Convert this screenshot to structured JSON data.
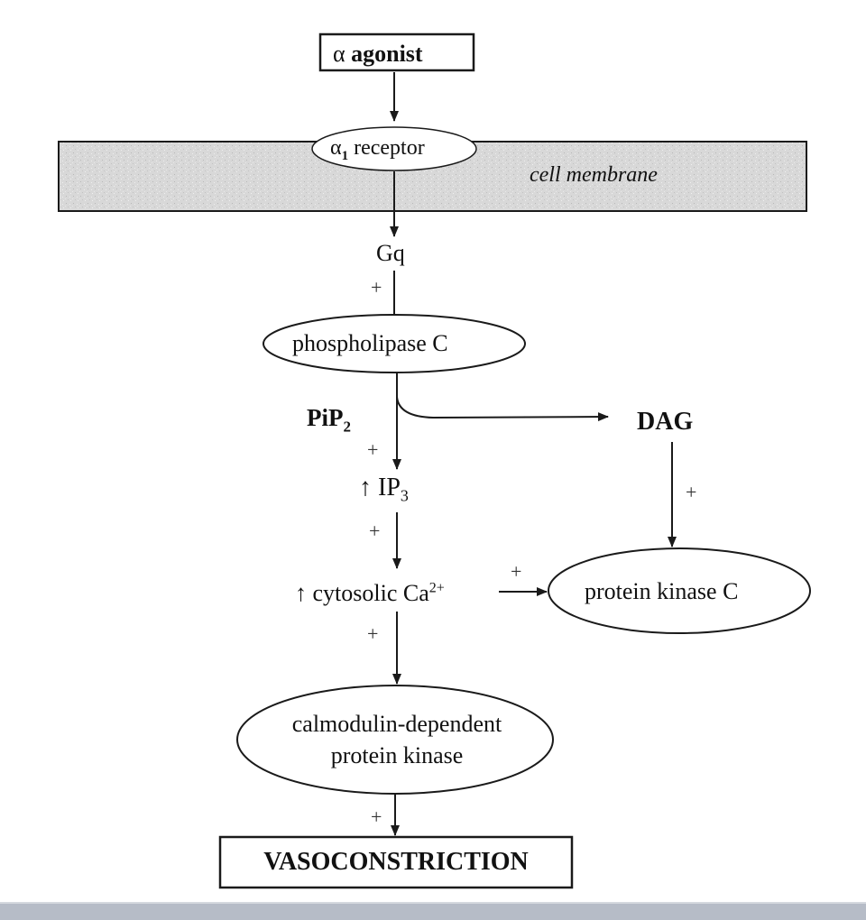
{
  "nodes": {
    "agonist": {
      "symbol": "α",
      "label": "agonist"
    },
    "receptor": {
      "symbol": "α",
      "sub": "1",
      "label": "receptor"
    },
    "membrane": "cell membrane",
    "gq": "Gq",
    "plc": "phospholipase C",
    "pip2": {
      "base": "PiP",
      "sub": "2"
    },
    "dag": "DAG",
    "ip3": {
      "arrow": "↑",
      "base": "IP",
      "sub": "3"
    },
    "calcium": {
      "arrow": "↑",
      "label": "cytosolic Ca",
      "sup": "2+"
    },
    "pkc": "protein kinase C",
    "camk": {
      "line1": "calmodulin-dependent",
      "line2": "protein kinase"
    },
    "vaso": "VASOCONSTRICTION"
  },
  "signs": {
    "gq_plc": "+",
    "pip2_ip3": "+",
    "ip3_ca": "+",
    "dag_pkc": "+",
    "ca_pkc": "+",
    "ca_camk": "+",
    "camk_vaso": "+"
  },
  "colors": {
    "line": "#1a1a1a",
    "membrane_fill": "#d9d9d9",
    "bottom_bar": "#b6bcc7"
  }
}
